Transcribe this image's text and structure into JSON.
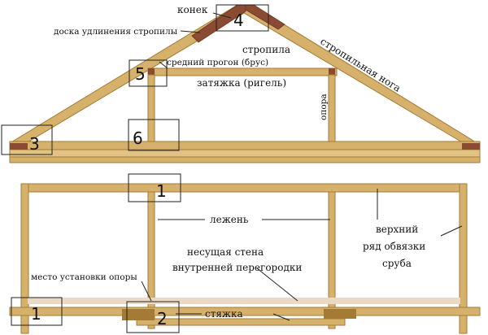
{
  "colors": {
    "wood": "#d6b16c",
    "wood_dark": "#a47a35",
    "wood_light": "#e6cc92",
    "ridge_board": "#8b4a32",
    "pale_beam": "#ead9c4",
    "outline": "#222222"
  },
  "labels": {
    "ridge": "конек",
    "rafter_ext": "доска удлинения стропилы",
    "rafter": "стропила",
    "purlin": "средний прогон (брус)",
    "rafter_leg": "стропильная нога",
    "tie_beam": "затяжка (ригель)",
    "support": "опора",
    "sill": "лежень",
    "top_row_line1": "верхний",
    "top_row_line2": "ряд обвязки",
    "top_row_line3": "сруба",
    "bearing_wall_line1": "несущая стена",
    "bearing_wall_line2": "внутренней перегородки",
    "support_place": "место установки опоры",
    "brace": "стяжка"
  },
  "markers": [
    "4",
    "5",
    "3",
    "6",
    "1",
    "1",
    "2"
  ]
}
